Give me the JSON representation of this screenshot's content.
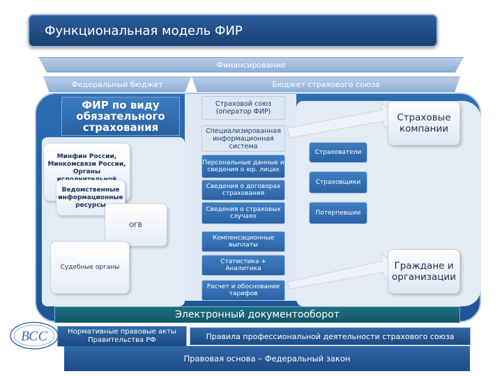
{
  "title": "Функциональная модель ФИР",
  "financing": {
    "label": "Финансирование",
    "federal_budget": "Федеральный бюджет",
    "union_budget": "Бюджет страхового союза"
  },
  "left": {
    "fir_title": "ФИР по виду обязательного страхования",
    "ministries": "Минфин России, Минкомсвязи России, Органы исполнительной власти",
    "agency_resources": "Ведомственные информационные ресурсы",
    "ogv": "ОГВ",
    "courts": "Судебные органы"
  },
  "center": {
    "operator": "Страховой союз (оператор ФИР)",
    "system": "Специализированная информационная система",
    "items": [
      "Персональные данные и сведения о юр. лицах",
      "Сведения о договорах страхования",
      "Сведения о страховых случаях",
      "Компенсационные выплаты",
      "Статистика + Аналитика",
      "Расчет и обоснование тарифов"
    ]
  },
  "right": {
    "insurers_card": "Страховые компании",
    "citizens_card": "Граждане и организации",
    "roles": [
      "Страхователи",
      "Страховщики",
      "Потерпевшие"
    ]
  },
  "edo": "Электронный документооборот",
  "rules": {
    "government_acts": "Нормативные правовые акты Правительства РФ",
    "professional_rules": "Правила профессиональной деятельности страхового союза"
  },
  "legal_base": "Правовая основа – Федеральный закон",
  "logo_text": "ВСС",
  "colors": {
    "title_bar": "#1b3e70",
    "panel": "#1f5597",
    "edo_band": "#145766"
  }
}
